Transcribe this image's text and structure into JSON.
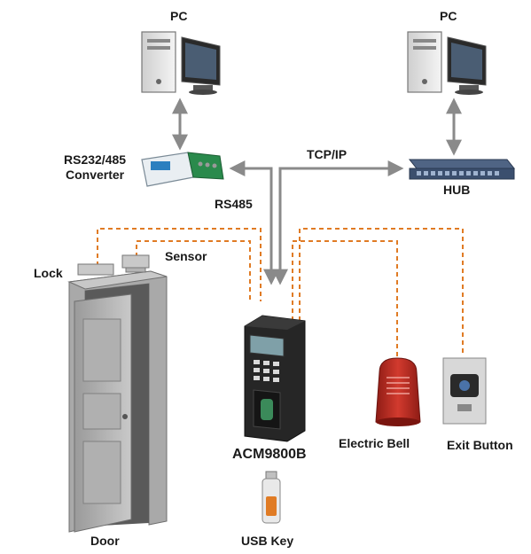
{
  "labels": {
    "pc_left": "PC",
    "pc_right": "PC",
    "converter_line1": "RS232/485",
    "converter_line2": "Converter",
    "tcpip": "TCP/IP",
    "hub": "HUB",
    "rs485": "RS485",
    "lock": "Lock",
    "sensor": "Sensor",
    "device": "ACM9800B",
    "electric_bell": "Electric Bell",
    "exit_button": "Exit Button",
    "door": "Door",
    "usb_key": "USB Key"
  },
  "colors": {
    "line_gray": "#8a8a8a",
    "dashed_orange": "#e07b24",
    "bell_red": "#b3261e",
    "device_black": "#1f1f1f",
    "hub_blue": "#3b4f6e",
    "door_gray": "#b5b5b5"
  },
  "icons": {
    "pc": "desktop-computer-icon",
    "converter": "serial-converter-icon",
    "hub": "network-switch-icon",
    "device": "fingerprint-terminal-icon",
    "bell": "alarm-bell-icon",
    "exit": "exit-switch-icon",
    "door": "door-icon",
    "usb": "usb-drive-icon",
    "lock": "magnetic-lock-icon",
    "sensor": "door-sensor-icon"
  }
}
